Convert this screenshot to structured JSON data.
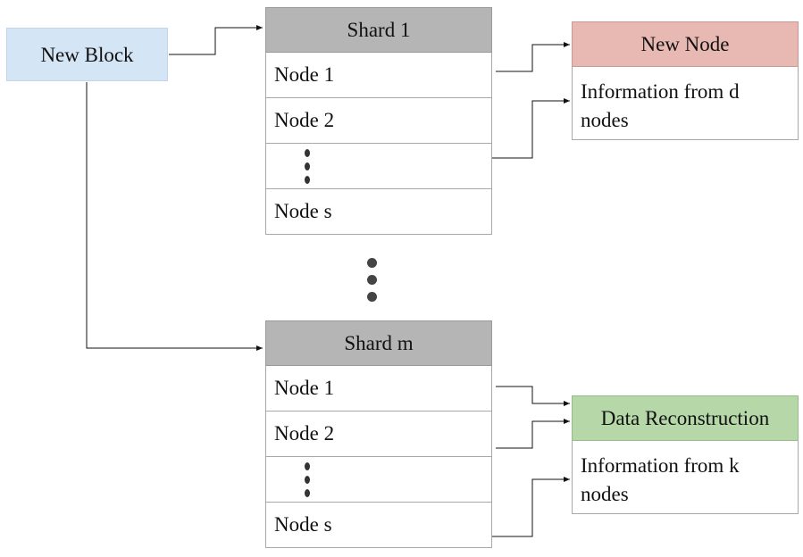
{
  "new_block": {
    "label": "New Block"
  },
  "shard_top": {
    "header": "Shard 1",
    "rows": [
      "Node 1",
      "Node 2",
      "",
      "Node s"
    ]
  },
  "shard_bottom": {
    "header": "Shard m",
    "rows": [
      "Node 1",
      "Node 2",
      "",
      "Node s"
    ]
  },
  "new_node": {
    "header": "New Node",
    "body": "Information from d nodes",
    "color": "#e8b8b2"
  },
  "data_reconstruction": {
    "header": "Data Reconstruction",
    "body": "Information from k nodes",
    "color": "#b6d8a8"
  },
  "colors": {
    "new_block": "#d4e5f5",
    "shard_header": "#b5b5b5"
  }
}
